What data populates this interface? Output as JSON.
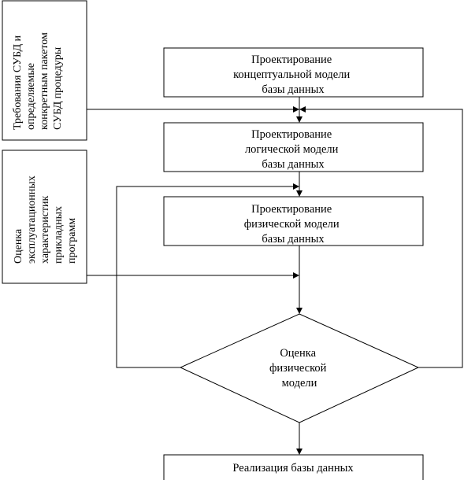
{
  "diagram": {
    "blocks": {
      "conceptual": [
        "Проектирование",
        "концептуальной модели",
        "базы данных"
      ],
      "logical": [
        "Проектирование",
        "логической модели",
        "базы данных"
      ],
      "physical": [
        "Проектирование",
        "физической модели",
        "базы данных"
      ],
      "evaluation": [
        "Оценка",
        "физической",
        "модели"
      ],
      "implementation": [
        "Реализация базы данных"
      ]
    },
    "inputs": {
      "dbms_requirements": [
        "Требования СУБД и",
        "определяемые",
        "конкретным пакетом",
        "СУБД процедуры"
      ],
      "performance_evaluation": [
        "Оценка",
        "эксплуатационных",
        "характеристик",
        "прикладных",
        "программ"
      ]
    }
  }
}
